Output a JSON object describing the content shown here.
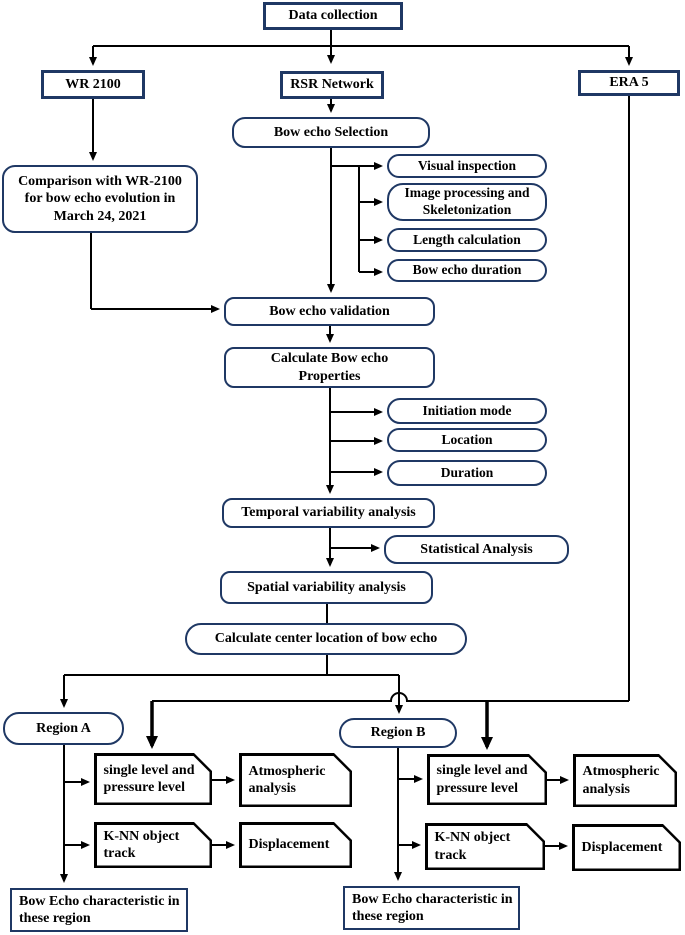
{
  "diagram": {
    "colors": {
      "node_border": "#1f3864",
      "line": "#000000",
      "text": "#000000",
      "background": "#ffffff"
    },
    "nodes": {
      "data_collection": {
        "label": "Data collection"
      },
      "wr2100": {
        "label": "WR 2100"
      },
      "rsr_network": {
        "label": "RSR Network"
      },
      "era5": {
        "label": "ERA 5"
      },
      "bow_echo_selection": {
        "label": "Bow echo Selection"
      },
      "comparison": {
        "label": "Comparison with WR-2100 for bow echo evolution in March 24, 2021"
      },
      "visual_inspection": {
        "label": "Visual inspection"
      },
      "image_processing": {
        "label": "Image processing and Skeletonization"
      },
      "length_calculation": {
        "label": "Length calculation"
      },
      "bow_echo_duration": {
        "label": "Bow echo duration"
      },
      "bow_echo_validation": {
        "label": "Bow echo validation"
      },
      "calculate_properties": {
        "label": "Calculate Bow echo Properties"
      },
      "initiation_mode": {
        "label": "Initiation mode"
      },
      "location": {
        "label": "Location"
      },
      "duration": {
        "label": "Duration"
      },
      "temporal_analysis": {
        "label": "Temporal variability analysis"
      },
      "statistical_analysis": {
        "label": "Statistical Analysis"
      },
      "spatial_analysis": {
        "label": "Spatial variability analysis"
      },
      "center_location": {
        "label": "Calculate center location of bow echo"
      },
      "region_a": {
        "label": "Region A"
      },
      "region_b": {
        "label": "Region B"
      },
      "single_level_a": {
        "label": "single level and pressure level"
      },
      "atmospheric_a": {
        "label": "Atmospheric analysis"
      },
      "knn_track_a": {
        "label": "K-NN object track"
      },
      "displacement_a": {
        "label": "Displacement"
      },
      "bow_echo_char_a": {
        "label": "Bow Echo characteristic in these region"
      },
      "single_level_b": {
        "label": "single level and pressure level"
      },
      "atmospheric_b": {
        "label": "Atmospheric analysis"
      },
      "knn_track_b": {
        "label": "K-NN object track"
      },
      "displacement_b": {
        "label": "Displacement"
      },
      "bow_echo_char_b": {
        "label": "Bow Echo characteristic in these region"
      }
    }
  }
}
